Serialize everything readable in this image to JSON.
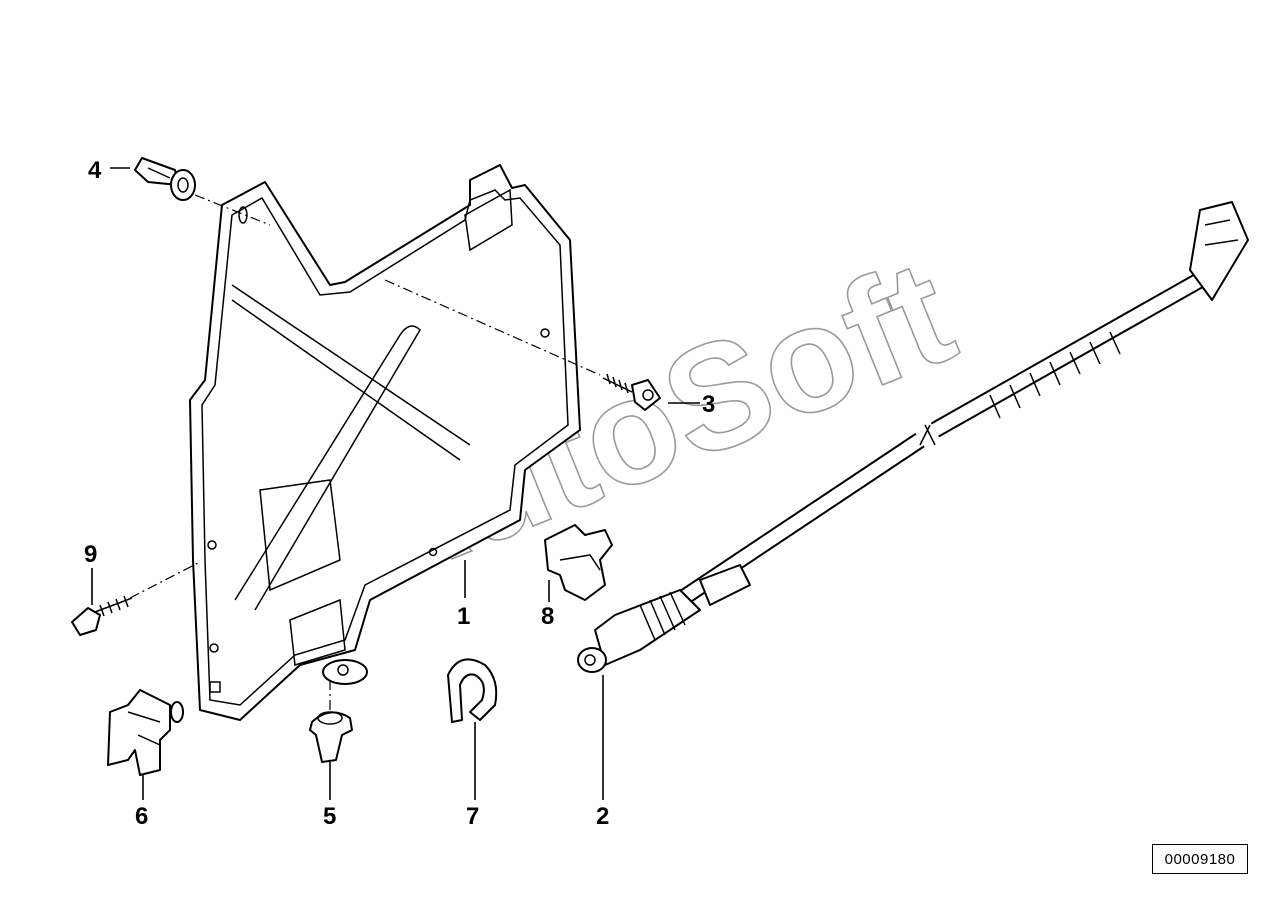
{
  "callouts": {
    "c1": "1",
    "c2": "2",
    "c3": "3",
    "c4": "4",
    "c5": "5",
    "c6": "6",
    "c7": "7",
    "c8": "8",
    "c9": "9"
  },
  "watermark": "AutoSoft",
  "reference_number": "00009180"
}
